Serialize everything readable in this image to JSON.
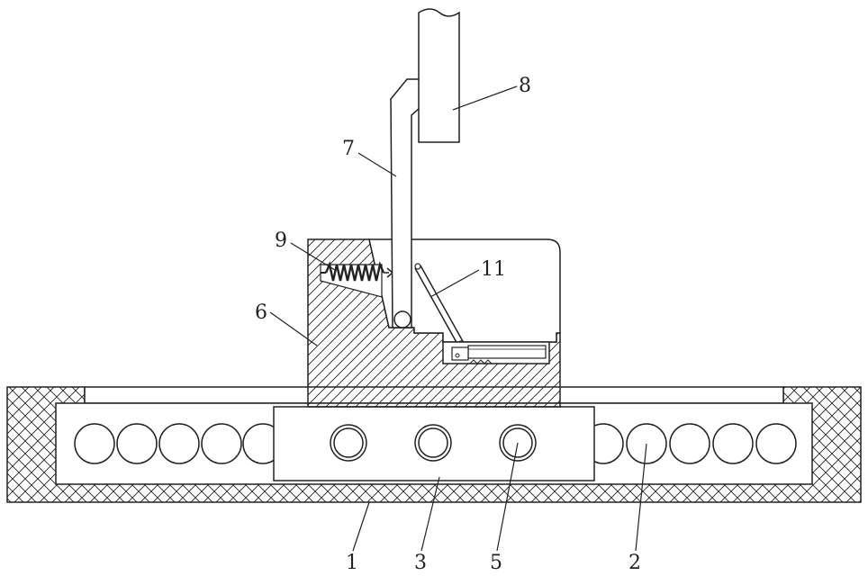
{
  "labels": {
    "l1": "1",
    "l2": "2",
    "l3": "3",
    "l5": "5",
    "l6": "6",
    "l7": "7",
    "l8": "8",
    "l9": "9",
    "l11": "11"
  },
  "colors": {
    "line": "#222222",
    "background": "#ffffff"
  }
}
